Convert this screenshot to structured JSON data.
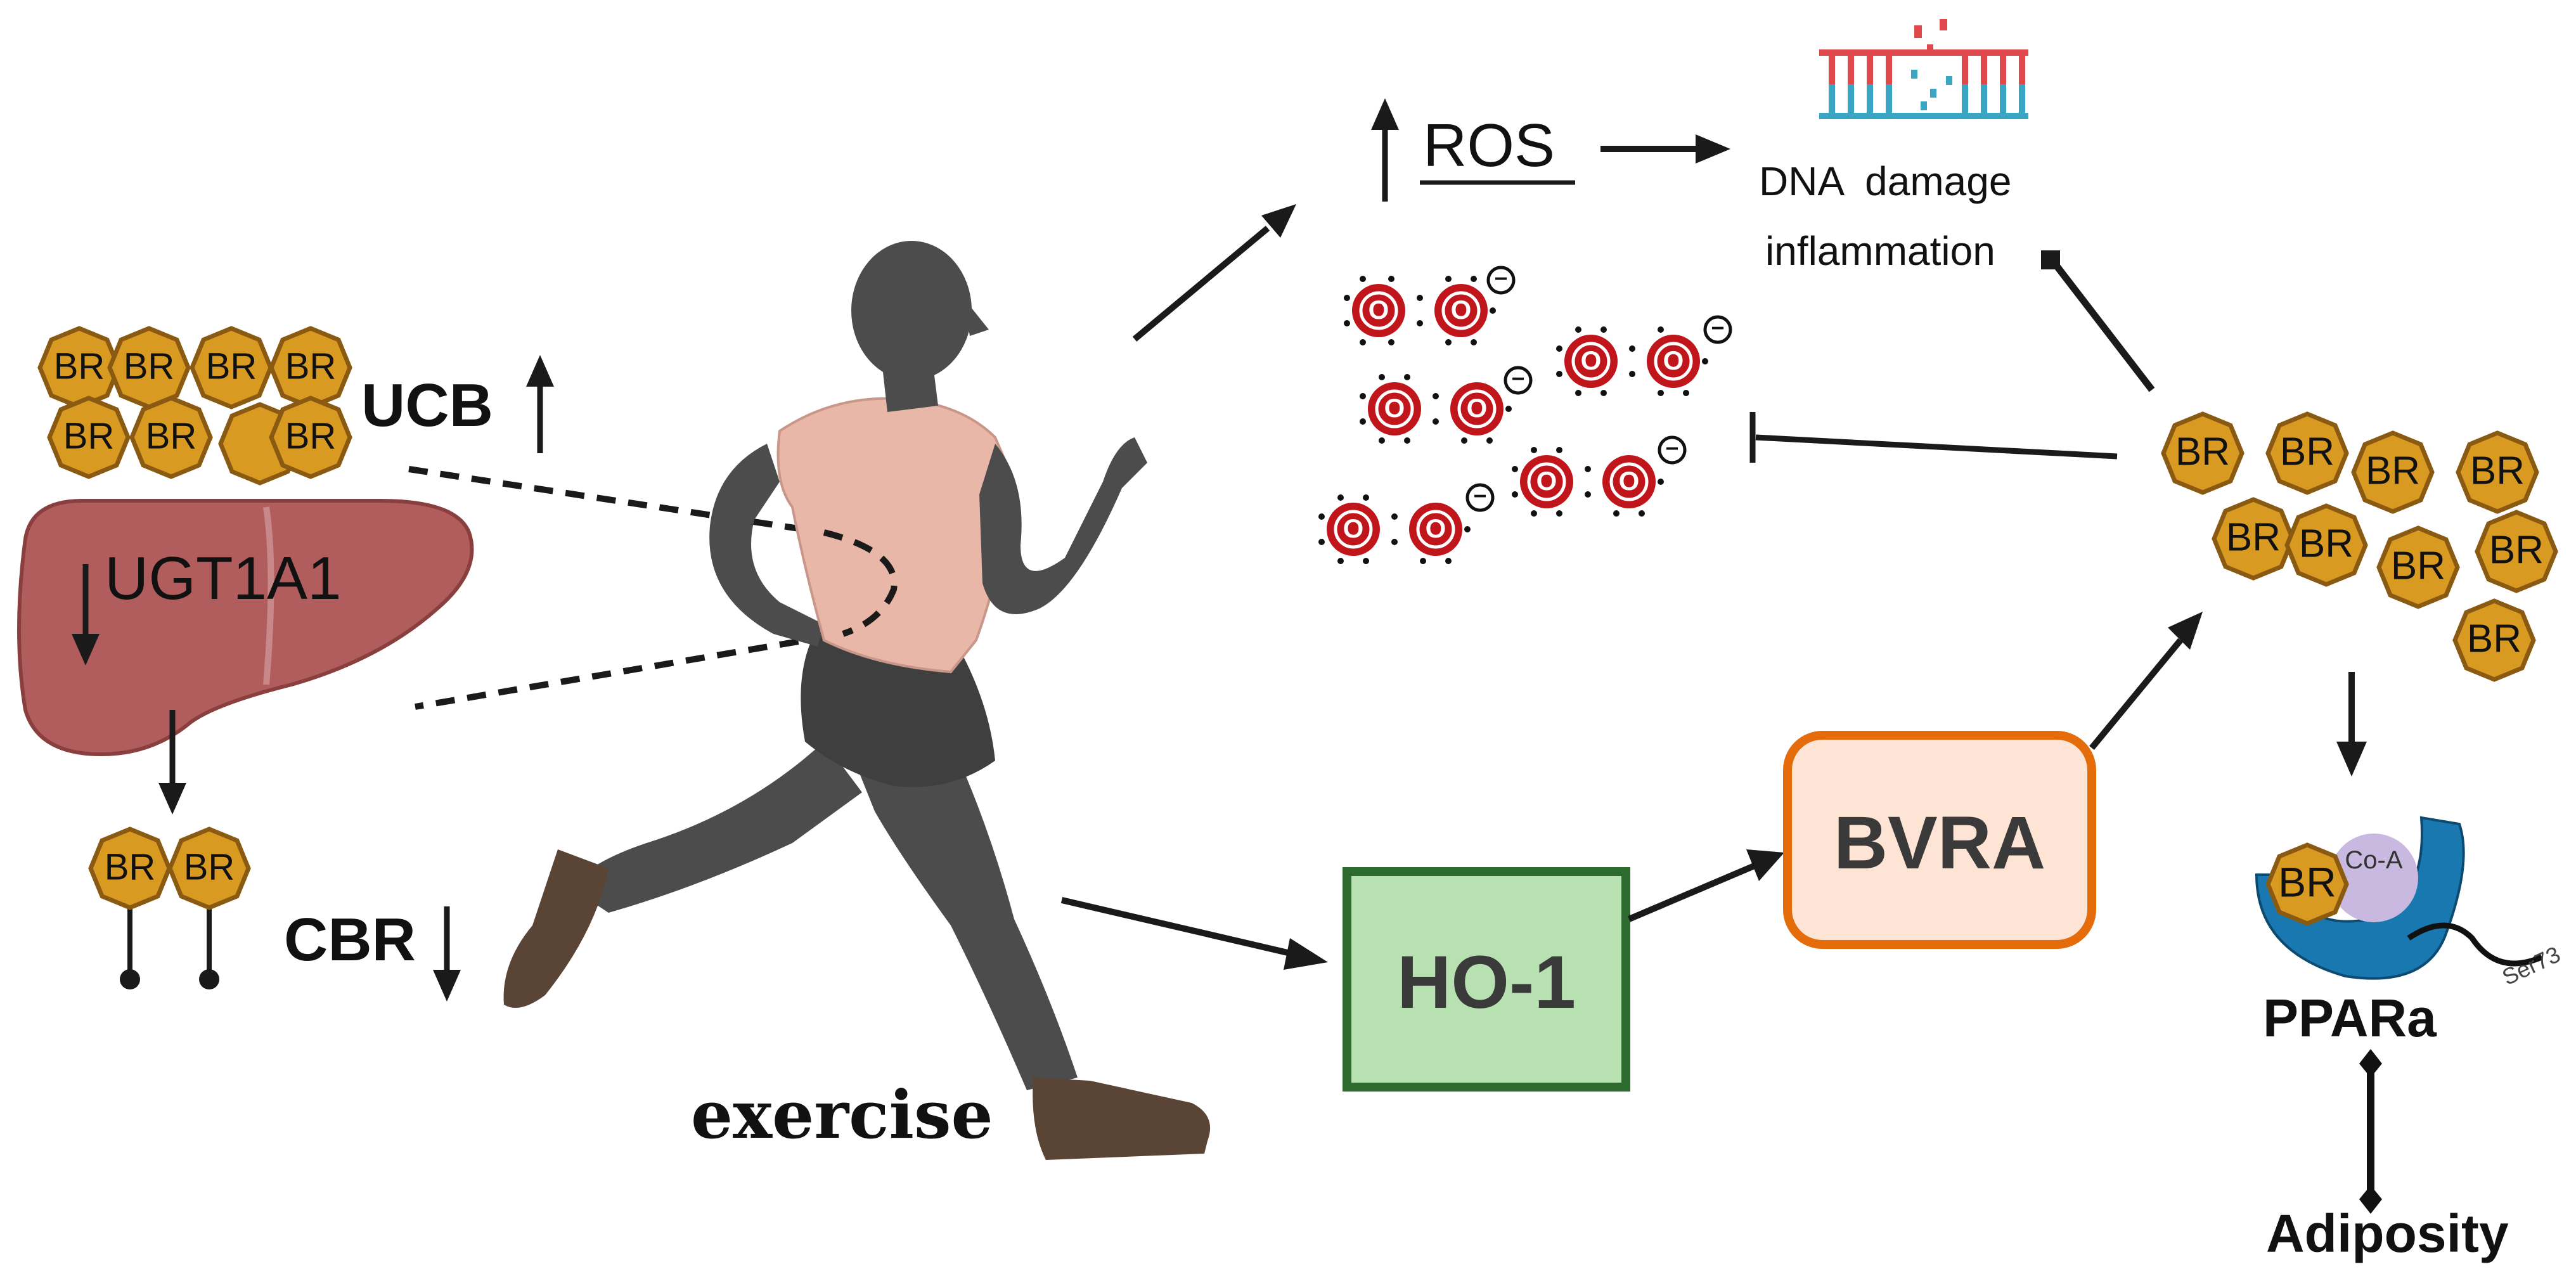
{
  "labels": {
    "ucb": "UCB",
    "ugt1a1": "UGT1A1",
    "cbr": "CBR",
    "exercise": "exercise",
    "ros": "ROS",
    "dna_damage": "DNA  damage",
    "inflammation": "inflammation",
    "ho1": "HO-1",
    "bvra": "BVRA",
    "ppara": "PPARa",
    "coa": "Co-A",
    "ser73": "Ser73",
    "adiposity": "Adiposity",
    "br": "BR",
    "oxygen": "O",
    "minus": "−"
  },
  "colors": {
    "br_fill": "#d99a22",
    "br_stroke": "#8a5a12",
    "oxygen_fill": "#c0151b",
    "liver": "#b25d5d",
    "ho1_fill": "#b7e1b0",
    "ho1_stroke": "#2d6a2d",
    "bvra_fill": "#fde4d5",
    "bvra_stroke": "#e46c0a",
    "ppara_blue": "#1a78b0",
    "coa_fill": "#c9b8e0",
    "skin": "#e8b7a8",
    "silhouette": "#4c4c4c",
    "shorts": "#3f3f3f",
    "shoes": "#5a4436",
    "dna_red": "#e0494b",
    "dna_blue": "#3aa6c4"
  }
}
